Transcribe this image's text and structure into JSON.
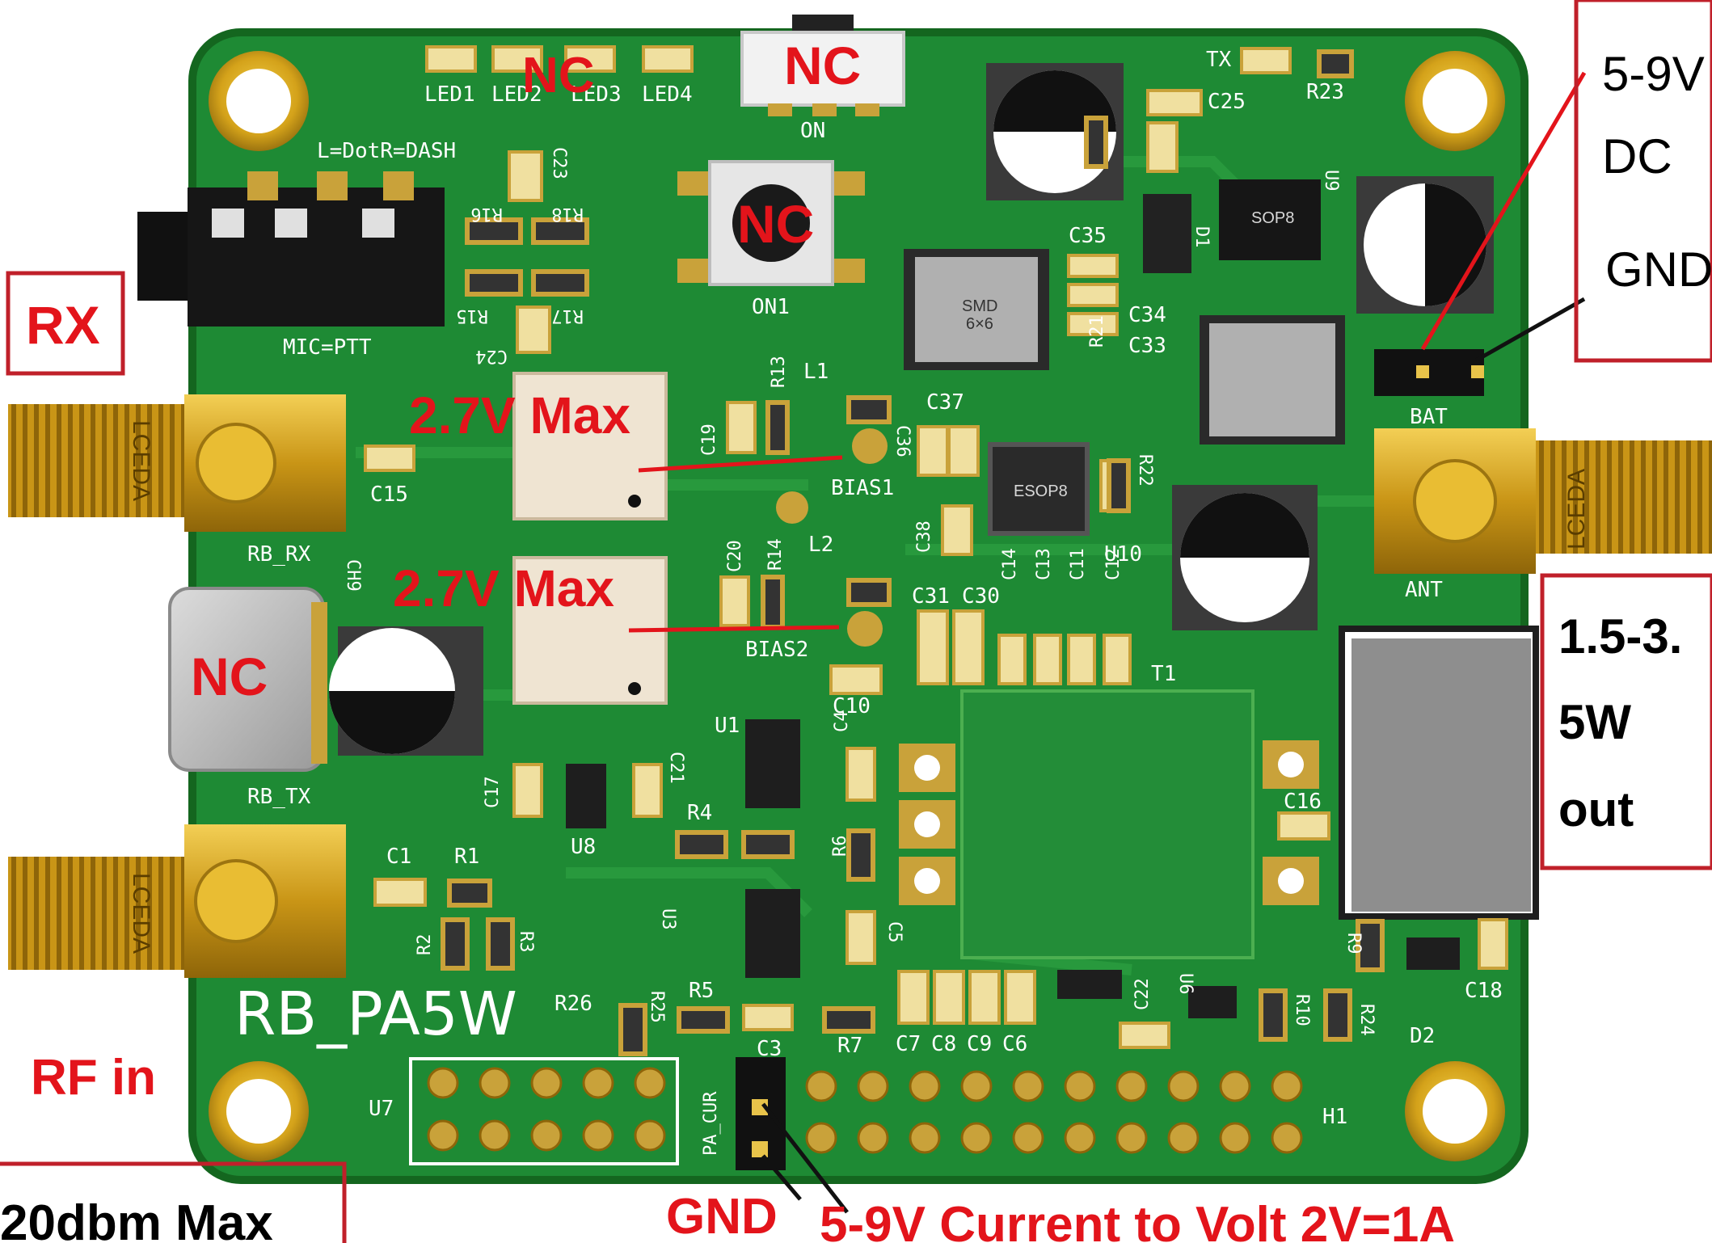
{
  "board": {
    "name": "RB_PA5W",
    "colors": {
      "pcb": "#1e8a34",
      "pcb_dark": "#156b27",
      "gold": "#d4a21a",
      "annotation_red": "#e3141b",
      "box_border": "#c0202a"
    }
  },
  "silkscreen": {
    "leds": [
      "LED1",
      "LED2",
      "LED3",
      "LED4"
    ],
    "on": "ON",
    "on1": "ON1",
    "tx": "TX",
    "r23": "R23",
    "c25": "C25",
    "l_dot": "L=DotR=DASH",
    "c23": "C23",
    "r16": "R16",
    "r18": "R18",
    "r15": "R15",
    "r17": "R17",
    "c24": "C24",
    "mic_ptt": "MIC=PTT",
    "u9": "U9",
    "sop8": "SOP8",
    "d1": "D1",
    "c35": "C35",
    "c34": "C34",
    "c33": "C33",
    "r21": "R21",
    "smd": "SMD",
    "smd_size": "6×6",
    "bat": "BAT",
    "r13": "R13",
    "l1": "L1",
    "c19": "C19",
    "c36": "C36",
    "c37": "C37",
    "bias1": "BIAS1",
    "esop8": "ESOP8",
    "r22": "R22",
    "c15": "C15",
    "c38": "C38",
    "u10": "U10",
    "ant": "ANT",
    "lceda": "LCEDA",
    "rb_rx": "RB_RX",
    "ch9": "CH9",
    "c20": "C20",
    "r14": "R14",
    "l2": "L2",
    "c31": "C31",
    "c30": "C30",
    "c14": "C14",
    "c13": "C13",
    "c11": "C11",
    "c12": "C12",
    "bias2": "BIAS2",
    "t1": "T1",
    "c10": "C10",
    "u1": "U1",
    "c4": "C4",
    "c21": "C21",
    "c17": "C17",
    "u8": "U8",
    "r4": "R4",
    "r6": "R6",
    "c16": "C16",
    "rb_tx": "RB_TX",
    "c1": "C1",
    "r1": "R1",
    "r2": "R2",
    "r3": "R3",
    "u3": "U3",
    "c5": "C5",
    "r9": "R9",
    "c18": "C18",
    "d2": "D2",
    "r26": "R26",
    "r25": "R25",
    "r5": "R5",
    "c3": "C3",
    "r7": "R7",
    "c7": "C7",
    "c8": "C8",
    "c9": "C9",
    "c6": "C6",
    "c22": "C22",
    "u6": "U6",
    "r10": "R10",
    "r24": "R24",
    "u7": "U7",
    "pa_cur": "PA_CUR",
    "h1": "H1"
  },
  "annotations": {
    "rx_box": "RX",
    "nc_leds": "NC",
    "nc_switch": "NC",
    "nc_button": "NC",
    "nc_usb": "NC",
    "bias1_max": "2.7V Max",
    "bias2_max": "2.7V Max",
    "dc_in_1": "5-9V",
    "dc_in_2": "DC",
    "dc_in_3": "GND",
    "out_1": "1.5-3.",
    "out_2": "5W",
    "out_3": "out",
    "rf_in": "RF in",
    "rf_in_max": "20dbm Max",
    "gnd_bottom": "GND",
    "current_note": "5-9V Current to Volt 2V=1A"
  }
}
